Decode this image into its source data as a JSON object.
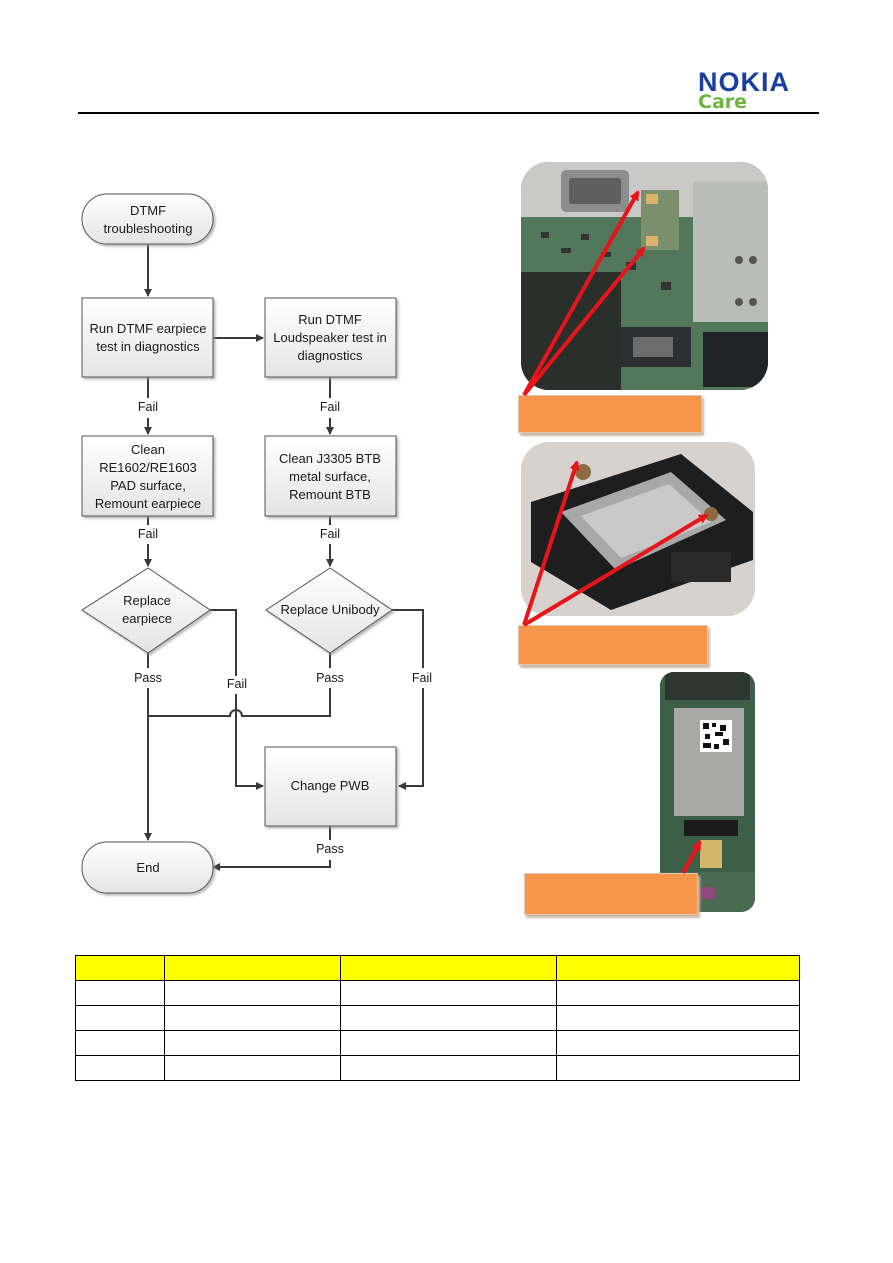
{
  "header": {
    "logo_brand": "NOKIA",
    "logo_sub": "Care",
    "brand_color": "#1a3f9e",
    "care_color": "#6cb33f"
  },
  "flowchart": {
    "start": [
      "DTMF",
      "troubleshooting"
    ],
    "run_earpiece": [
      "Run DTMF earpiece",
      "test in diagnostics"
    ],
    "run_loudspeaker": [
      "Run DTMF",
      "Loudspeaker test in",
      "diagnostics"
    ],
    "clean_pad": [
      "Clean",
      "RE1602/RE1603",
      "PAD surface,",
      "Remount earpiece"
    ],
    "clean_btb": [
      "Clean J3305 BTB",
      "metal surface,",
      "Remount BTB"
    ],
    "replace_earpiece": [
      "Replace",
      "earpiece"
    ],
    "replace_unibody": [
      "Replace Unibody"
    ],
    "change_pwb": [
      "Change PWB"
    ],
    "end": [
      "End"
    ],
    "edge_fail": "Fail",
    "edge_pass": "Pass"
  },
  "callouts": [
    "",
    "",
    ""
  ],
  "table": {
    "header_color": "#ffff00",
    "rows": [
      [
        "",
        "",
        "",
        ""
      ],
      [
        "",
        "",
        "",
        ""
      ],
      [
        "",
        "",
        "",
        ""
      ],
      [
        "",
        "",
        "",
        ""
      ],
      [
        "",
        "",
        "",
        ""
      ]
    ]
  }
}
